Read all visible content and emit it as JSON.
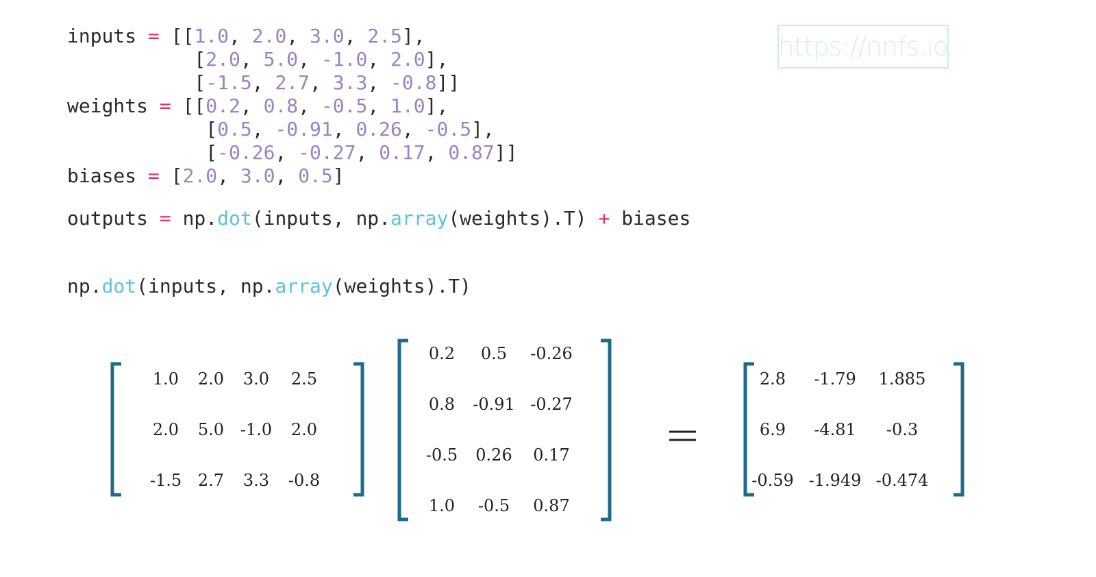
{
  "code": {
    "lines": [
      [
        {
          "t": "inputs "
        },
        {
          "t": "=",
          "c": "op"
        },
        {
          "t": " [["
        },
        {
          "t": "1.0",
          "c": "num"
        },
        {
          "t": ", "
        },
        {
          "t": "2.0",
          "c": "num"
        },
        {
          "t": ", "
        },
        {
          "t": "3.0",
          "c": "num"
        },
        {
          "t": ", "
        },
        {
          "t": "2.5",
          "c": "num"
        },
        {
          "t": "],"
        }
      ],
      [
        {
          "t": "           ["
        },
        {
          "t": "2.0",
          "c": "num"
        },
        {
          "t": ", "
        },
        {
          "t": "5.0",
          "c": "num"
        },
        {
          "t": ", "
        },
        {
          "t": "-1.0",
          "c": "num"
        },
        {
          "t": ", "
        },
        {
          "t": "2.0",
          "c": "num"
        },
        {
          "t": "],"
        }
      ],
      [
        {
          "t": "           ["
        },
        {
          "t": "-1.5",
          "c": "num"
        },
        {
          "t": ", "
        },
        {
          "t": "2.7",
          "c": "num"
        },
        {
          "t": ", "
        },
        {
          "t": "3.3",
          "c": "num"
        },
        {
          "t": ", "
        },
        {
          "t": "-0.8",
          "c": "num"
        },
        {
          "t": "]]"
        }
      ],
      [
        {
          "t": "weights "
        },
        {
          "t": "=",
          "c": "op"
        },
        {
          "t": " [["
        },
        {
          "t": "0.2",
          "c": "num"
        },
        {
          "t": ", "
        },
        {
          "t": "0.8",
          "c": "num"
        },
        {
          "t": ", "
        },
        {
          "t": "-0.5",
          "c": "num"
        },
        {
          "t": ", "
        },
        {
          "t": "1.0",
          "c": "num"
        },
        {
          "t": "],"
        }
      ],
      [
        {
          "t": "            ["
        },
        {
          "t": "0.5",
          "c": "num"
        },
        {
          "t": ", "
        },
        {
          "t": "-0.91",
          "c": "num"
        },
        {
          "t": ", "
        },
        {
          "t": "0.26",
          "c": "num"
        },
        {
          "t": ", "
        },
        {
          "t": "-0.5",
          "c": "num"
        },
        {
          "t": "],"
        }
      ],
      [
        {
          "t": "            ["
        },
        {
          "t": "-0.26",
          "c": "num"
        },
        {
          "t": ", "
        },
        {
          "t": "-0.27",
          "c": "num"
        },
        {
          "t": ", "
        },
        {
          "t": "0.17",
          "c": "num"
        },
        {
          "t": ", "
        },
        {
          "t": "0.87",
          "c": "num"
        },
        {
          "t": "]]"
        }
      ],
      [
        {
          "t": "biases "
        },
        {
          "t": "=",
          "c": "op"
        },
        {
          "t": " ["
        },
        {
          "t": "2.0",
          "c": "num"
        },
        {
          "t": ", "
        },
        {
          "t": "3.0",
          "c": "num"
        },
        {
          "t": ", "
        },
        {
          "t": "0.5",
          "c": "num"
        },
        {
          "t": "]"
        }
      ]
    ],
    "outputs_line": [
      {
        "t": "outputs "
      },
      {
        "t": "=",
        "c": "op"
      },
      {
        "t": " np."
      },
      {
        "t": "dot",
        "c": "fn"
      },
      {
        "t": "(inputs, np."
      },
      {
        "t": "array",
        "c": "fn"
      },
      {
        "t": "(weights).T) "
      },
      {
        "t": "+",
        "c": "op"
      },
      {
        "t": " biases"
      }
    ],
    "dot_line": [
      {
        "t": "np."
      },
      {
        "t": "dot",
        "c": "fn"
      },
      {
        "t": "(inputs, np."
      },
      {
        "t": "array",
        "c": "fn"
      },
      {
        "t": "(weights).T)"
      }
    ]
  },
  "watermark": "https://nnfs.io",
  "matrices": {
    "inputs": [
      [
        "1.0",
        "2.0",
        "3.0",
        "2.5"
      ],
      [
        "2.0",
        "5.0",
        "-1.0",
        "2.0"
      ],
      [
        "-1.5",
        "2.7",
        "3.3",
        "-0.8"
      ]
    ],
    "weights_T": [
      [
        "0.2",
        "0.5",
        "-0.26"
      ],
      [
        "0.8",
        "-0.91",
        "-0.27"
      ],
      [
        "-0.5",
        "0.26",
        "0.17"
      ],
      [
        "1.0",
        "-0.5",
        "0.87"
      ]
    ],
    "result": [
      [
        "2.8",
        "-1.79",
        "1.885"
      ],
      [
        "6.9",
        "-4.81",
        "-0.3"
      ],
      [
        "-0.59",
        "-1.949",
        "-0.474"
      ]
    ]
  },
  "colors": {
    "number": "#9b82c4",
    "operator": "#e0306f",
    "function": "#5ec2dc",
    "bracket": "#1e6a87",
    "text": "#2a2a2a"
  }
}
